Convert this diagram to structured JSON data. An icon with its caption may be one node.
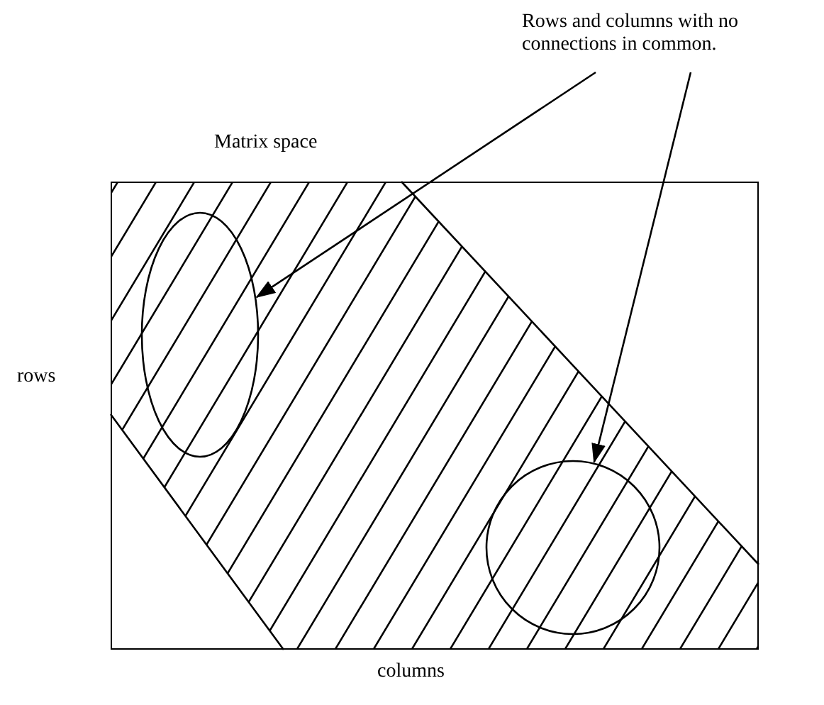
{
  "diagram": {
    "nodes": [
      {
        "text": [
          "Rows and columns with no connections in common."
        ]
      },
      {
        "text": [
          "Matrix space"
        ]
      },
      {
        "text": [],
        "shape": "ellipse",
        "in": 1
      },
      {
        "text": [],
        "shape": "circle",
        "in": 1
      }
    ],
    "edges": [
      {
        "from": 0,
        "to": 2,
        "arrow": "to"
      },
      {
        "from": 0,
        "to": 3,
        "arrow": "to"
      }
    ],
    "labels": [
      "rows",
      "columns"
    ]
  }
}
